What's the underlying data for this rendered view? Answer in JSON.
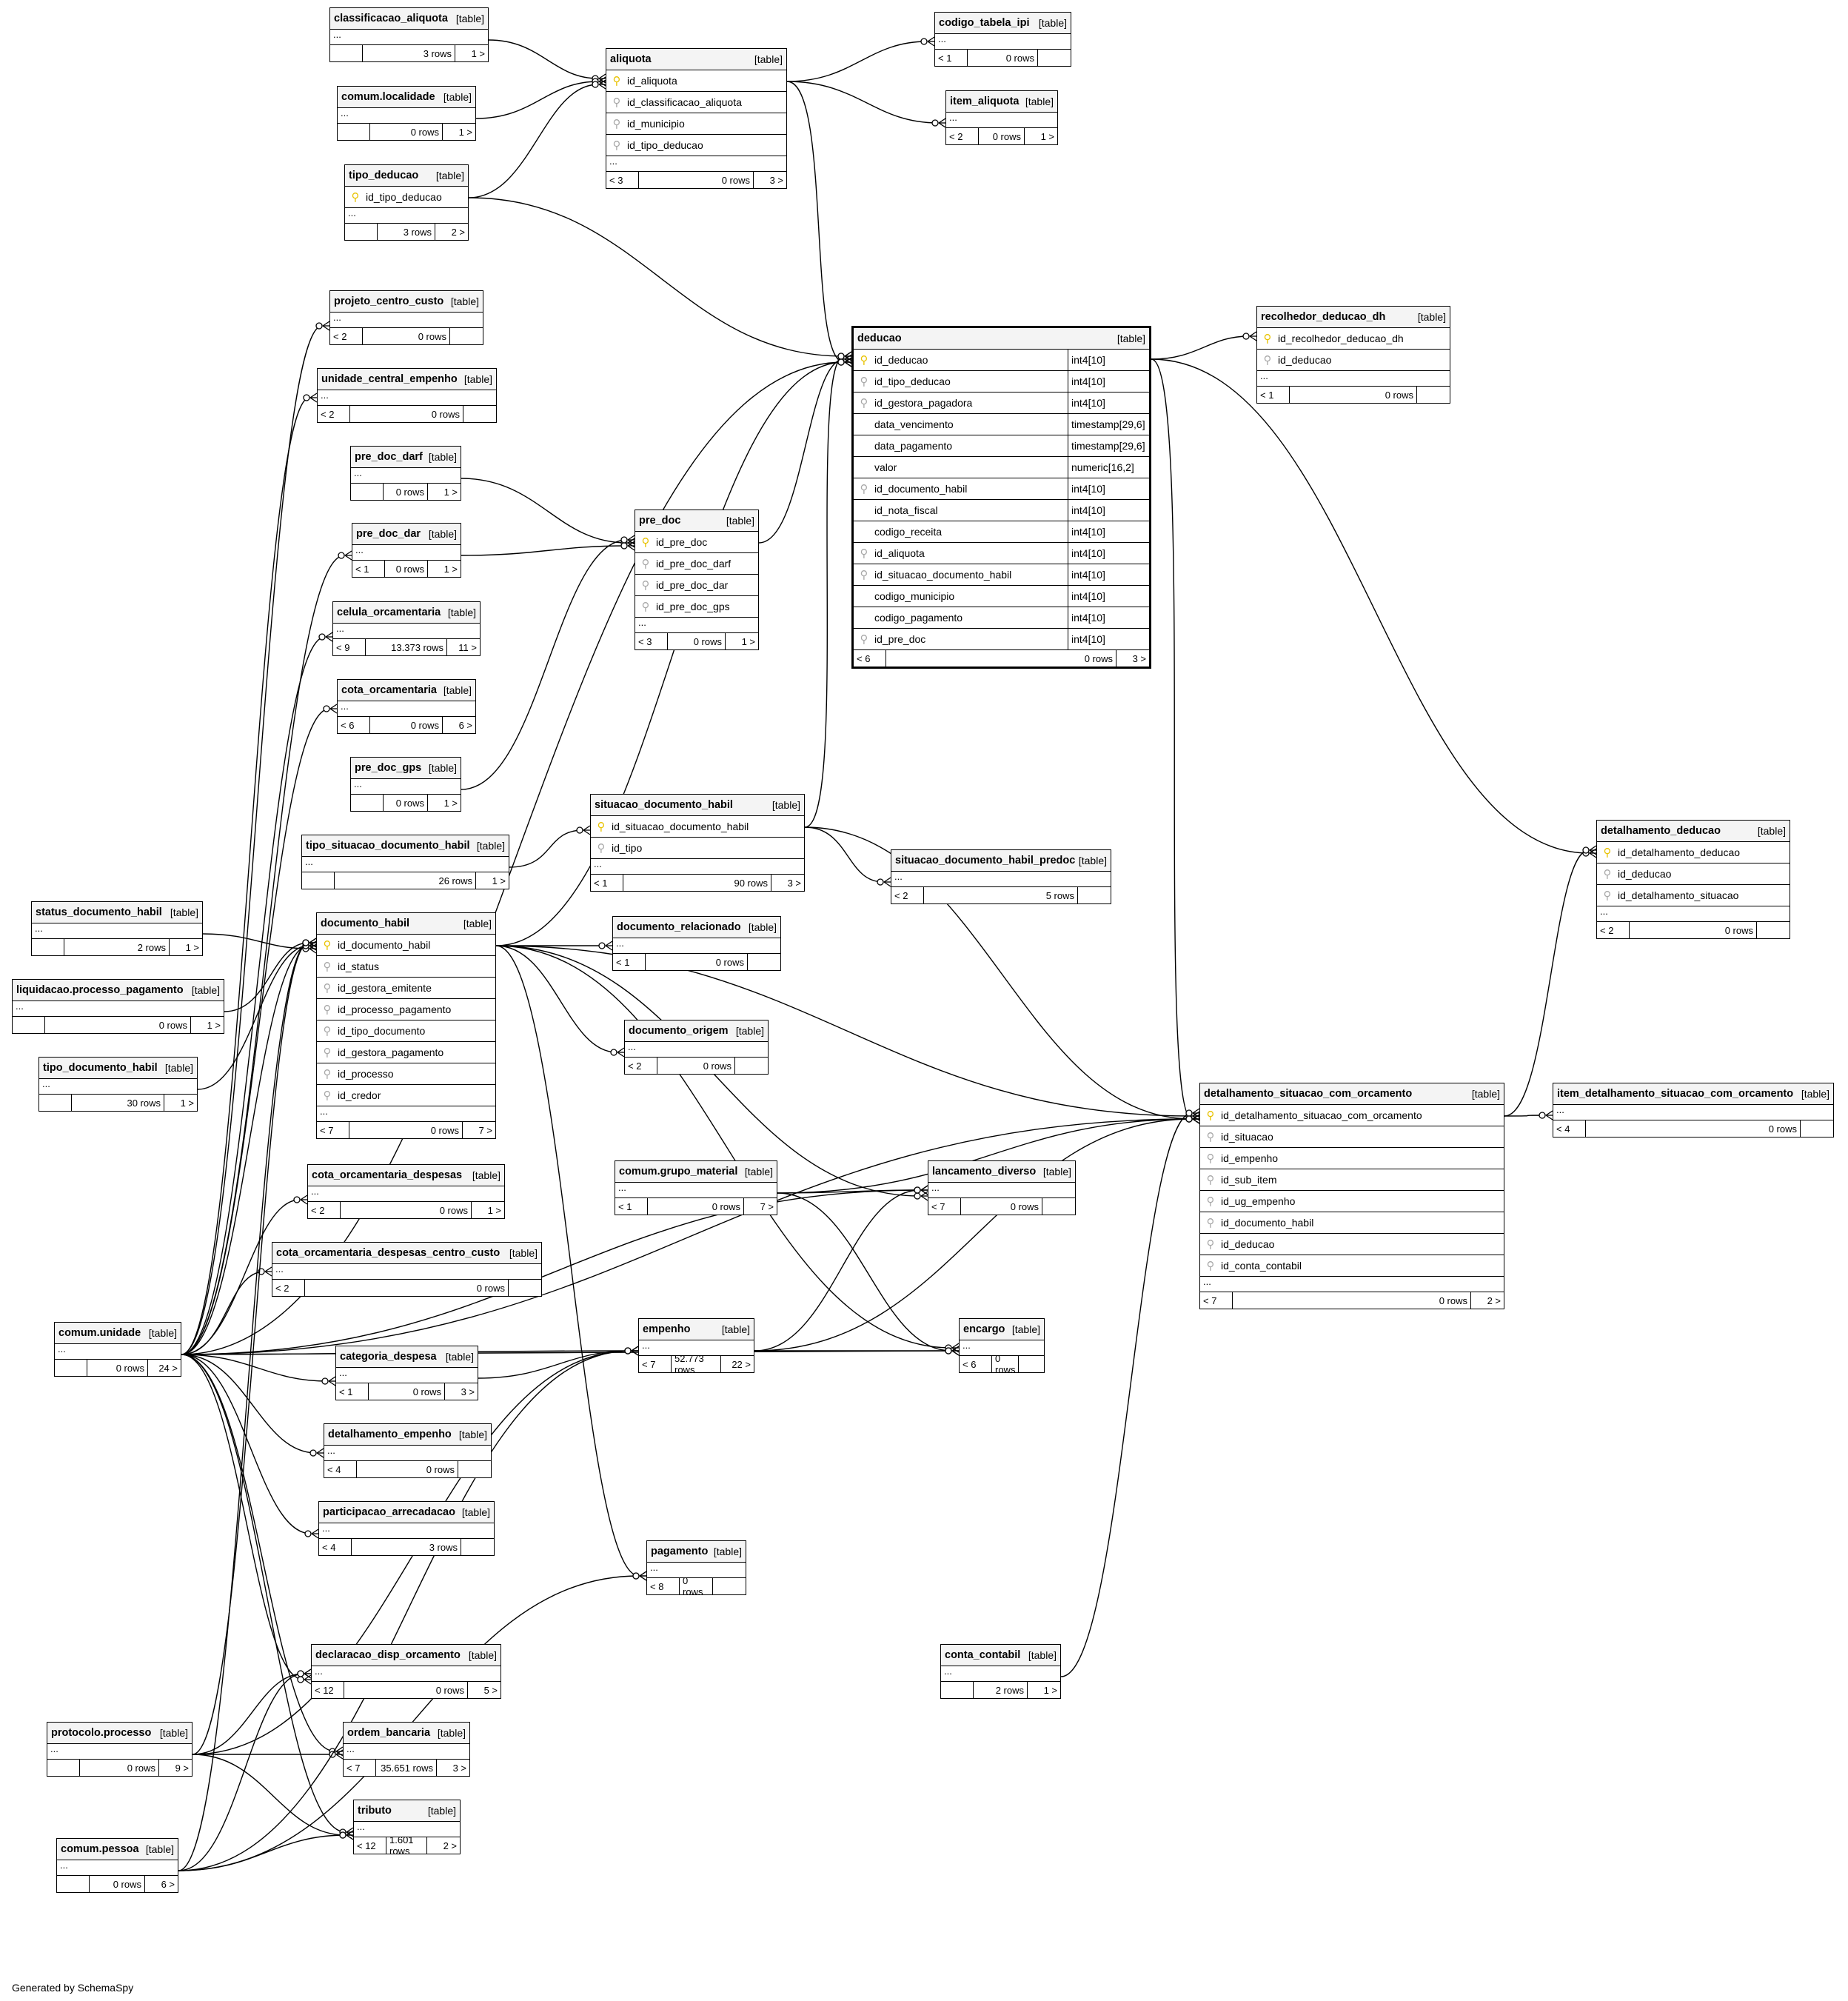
{
  "tables": {
    "classificacao_aliquota": {
      "name": "classificacao_aliquota",
      "tag": "[table]",
      "more": "...",
      "footer": [
        "",
        "3 rows",
        "1 >"
      ]
    },
    "comum_localidade": {
      "name": "comum.localidade",
      "tag": "[table]",
      "more": "...",
      "footer": [
        "",
        "0 rows",
        "1 >"
      ]
    },
    "tipo_deducao": {
      "name": "tipo_deducao",
      "tag": "[table]",
      "cols": [
        {
          "name": "id_tipo_deducao",
          "key": "pk"
        }
      ],
      "more": "...",
      "footer": [
        "",
        "3 rows",
        "2 >"
      ]
    },
    "aliquota": {
      "name": "aliquota",
      "tag": "[table]",
      "cols": [
        {
          "name": "id_aliquota",
          "key": "pk"
        },
        {
          "name": "id_classificacao_aliquota",
          "key": "fk"
        },
        {
          "name": "id_municipio",
          "key": "fk"
        },
        {
          "name": "id_tipo_deducao",
          "key": "fk"
        }
      ],
      "more": "...",
      "footer": [
        "< 3",
        "0 rows",
        "3 >"
      ]
    },
    "codigo_tabela_ipi": {
      "name": "codigo_tabela_ipi",
      "tag": "[table]",
      "more": "...",
      "footer": [
        "< 1",
        "0 rows",
        ""
      ]
    },
    "item_aliquota": {
      "name": "item_aliquota",
      "tag": "[table]",
      "more": "...",
      "footer": [
        "< 2",
        "0 rows",
        "1 >"
      ]
    },
    "projeto_centro_custo": {
      "name": "projeto_centro_custo",
      "tag": "[table]",
      "more": "...",
      "footer": [
        "< 2",
        "0 rows",
        ""
      ]
    },
    "unidade_central_empenho": {
      "name": "unidade_central_empenho",
      "tag": "[table]",
      "more": "...",
      "footer": [
        "< 2",
        "0 rows",
        ""
      ]
    },
    "pre_doc_darf": {
      "name": "pre_doc_darf",
      "tag": "[table]",
      "more": "...",
      "footer": [
        "",
        "0 rows",
        "1 >"
      ]
    },
    "pre_doc_dar": {
      "name": "pre_doc_dar",
      "tag": "[table]",
      "more": "...",
      "footer": [
        "< 1",
        "0 rows",
        "1 >"
      ]
    },
    "pre_doc": {
      "name": "pre_doc",
      "tag": "[table]",
      "cols": [
        {
          "name": "id_pre_doc",
          "key": "pk"
        },
        {
          "name": "id_pre_doc_darf",
          "key": "fk"
        },
        {
          "name": "id_pre_doc_dar",
          "key": "fk"
        },
        {
          "name": "id_pre_doc_gps",
          "key": "fk"
        }
      ],
      "more": "...",
      "footer": [
        "< 3",
        "0 rows",
        "1 >"
      ]
    },
    "celula_orcamentaria": {
      "name": "celula_orcamentaria",
      "tag": "[table]",
      "more": "...",
      "footer": [
        "< 9",
        "13.373 rows",
        "11 >"
      ]
    },
    "cota_orcamentaria": {
      "name": "cota_orcamentaria",
      "tag": "[table]",
      "more": "...",
      "footer": [
        "< 6",
        "0 rows",
        "6 >"
      ]
    },
    "pre_doc_gps": {
      "name": "pre_doc_gps",
      "tag": "[table]",
      "more": "...",
      "footer": [
        "",
        "0 rows",
        "1 >"
      ]
    },
    "tipo_situacao_documento_habil": {
      "name": "tipo_situacao_documento_habil",
      "tag": "[table]",
      "more": "...",
      "footer": [
        "",
        "26 rows",
        "1 >"
      ]
    },
    "situacao_documento_habil": {
      "name": "situacao_documento_habil",
      "tag": "[table]",
      "cols": [
        {
          "name": "id_situacao_documento_habil",
          "key": "pk"
        },
        {
          "name": "id_tipo",
          "key": "fk"
        }
      ],
      "more": "...",
      "footer": [
        "< 1",
        "90 rows",
        "3 >"
      ]
    },
    "situacao_documento_habil_predoc": {
      "name": "situacao_documento_habil_predoc",
      "tag": "[table]",
      "more": "...",
      "footer": [
        "< 2",
        "5 rows",
        ""
      ]
    },
    "deducao": {
      "name": "deducao",
      "tag": "[table]",
      "cols": [
        {
          "name": "id_deducao",
          "key": "pk",
          "type": "int4[10]"
        },
        {
          "name": "id_tipo_deducao",
          "key": "fk",
          "type": "int4[10]"
        },
        {
          "name": "id_gestora_pagadora",
          "key": "fk",
          "type": "int4[10]"
        },
        {
          "name": "data_vencimento",
          "key": "none",
          "type": "timestamp[29,6]"
        },
        {
          "name": "data_pagamento",
          "key": "none",
          "type": "timestamp[29,6]"
        },
        {
          "name": "valor",
          "key": "none",
          "type": "numeric[16,2]"
        },
        {
          "name": "id_documento_habil",
          "key": "fk",
          "type": "int4[10]"
        },
        {
          "name": "id_nota_fiscal",
          "key": "none",
          "type": "int4[10]"
        },
        {
          "name": "codigo_receita",
          "key": "none",
          "type": "int4[10]"
        },
        {
          "name": "id_aliquota",
          "key": "fk",
          "type": "int4[10]"
        },
        {
          "name": "id_situacao_documento_habil",
          "key": "fk",
          "type": "int4[10]"
        },
        {
          "name": "codigo_municipio",
          "key": "none",
          "type": "int4[10]"
        },
        {
          "name": "codigo_pagamento",
          "key": "none",
          "type": "int4[10]"
        },
        {
          "name": "id_pre_doc",
          "key": "fk",
          "type": "int4[10]"
        }
      ],
      "footer": [
        "< 6",
        "0 rows",
        "3 >"
      ]
    },
    "recolhedor_deducao_dh": {
      "name": "recolhedor_deducao_dh",
      "tag": "[table]",
      "cols": [
        {
          "name": "id_recolhedor_deducao_dh",
          "key": "pk"
        },
        {
          "name": "id_deducao",
          "key": "fk"
        }
      ],
      "more": "...",
      "footer": [
        "< 1",
        "0 rows",
        ""
      ]
    },
    "detalhamento_deducao": {
      "name": "detalhamento_deducao",
      "tag": "[table]",
      "cols": [
        {
          "name": "id_detalhamento_deducao",
          "key": "pk"
        },
        {
          "name": "id_deducao",
          "key": "fk"
        },
        {
          "name": "id_detalhamento_situacao",
          "key": "fk"
        }
      ],
      "more": "...",
      "footer": [
        "< 2",
        "0 rows",
        ""
      ]
    },
    "status_documento_habil": {
      "name": "status_documento_habil",
      "tag": "[table]",
      "more": "...",
      "footer": [
        "",
        "2 rows",
        "1 >"
      ]
    },
    "liquidacao_processo_pagamento": {
      "name": "liquidacao.processo_pagamento",
      "tag": "[table]",
      "more": "...",
      "footer": [
        "",
        "0 rows",
        "1 >"
      ]
    },
    "tipo_documento_habil": {
      "name": "tipo_documento_habil",
      "tag": "[table]",
      "more": "...",
      "footer": [
        "",
        "30 rows",
        "1 >"
      ]
    },
    "documento_habil": {
      "name": "documento_habil",
      "tag": "[table]",
      "cols": [
        {
          "name": "id_documento_habil",
          "key": "pk"
        },
        {
          "name": "id_status",
          "key": "fk"
        },
        {
          "name": "id_gestora_emitente",
          "key": "fk"
        },
        {
          "name": "id_processo_pagamento",
          "key": "fk"
        },
        {
          "name": "id_tipo_documento",
          "key": "fk"
        },
        {
          "name": "id_gestora_pagamento",
          "key": "fk"
        },
        {
          "name": "id_processo",
          "key": "fk"
        },
        {
          "name": "id_credor",
          "key": "fk"
        }
      ],
      "more": "...",
      "footer": [
        "< 7",
        "0 rows",
        "7 >"
      ]
    },
    "documento_relacionado": {
      "name": "documento_relacionado",
      "tag": "[table]",
      "more": "...",
      "footer": [
        "< 1",
        "0 rows",
        ""
      ]
    },
    "documento_origem": {
      "name": "documento_origem",
      "tag": "[table]",
      "more": "...",
      "footer": [
        "< 2",
        "0 rows",
        ""
      ]
    },
    "cota_orcamentaria_despesas": {
      "name": "cota_orcamentaria_despesas",
      "tag": "[table]",
      "more": "...",
      "footer": [
        "< 2",
        "0 rows",
        "1 >"
      ]
    },
    "cota_orcamentaria_despesas_centro_custo": {
      "name": "cota_orcamentaria_despesas_centro_custo",
      "tag": "[table]",
      "more": "...",
      "footer": [
        "< 2",
        "0 rows",
        ""
      ]
    },
    "comum_grupo_material": {
      "name": "comum.grupo_material",
      "tag": "[table]",
      "more": "...",
      "footer": [
        "< 1",
        "0 rows",
        "7 >"
      ]
    },
    "lancamento_diverso": {
      "name": "lancamento_diverso",
      "tag": "[table]",
      "more": "...",
      "footer": [
        "< 7",
        "0 rows",
        ""
      ]
    },
    "detalhamento_situacao_com_orcamento": {
      "name": "detalhamento_situacao_com_orcamento",
      "tag": "[table]",
      "cols": [
        {
          "name": "id_detalhamento_situacao_com_orcamento",
          "key": "pk"
        },
        {
          "name": "id_situacao",
          "key": "fk"
        },
        {
          "name": "id_empenho",
          "key": "fk"
        },
        {
          "name": "id_sub_item",
          "key": "fk"
        },
        {
          "name": "id_ug_empenho",
          "key": "fk"
        },
        {
          "name": "id_documento_habil",
          "key": "fk"
        },
        {
          "name": "id_deducao",
          "key": "fk"
        },
        {
          "name": "id_conta_contabil",
          "key": "fk"
        }
      ],
      "more": "...",
      "footer": [
        "< 7",
        "0 rows",
        "2 >"
      ]
    },
    "item_detalhamento_situacao_com_orcamento": {
      "name": "item_detalhamento_situacao_com_orcamento",
      "tag": "[table]",
      "more": "...",
      "footer": [
        "< 4",
        "0 rows",
        ""
      ]
    },
    "comum_unidade": {
      "name": "comum.unidade",
      "tag": "[table]",
      "more": "...",
      "footer": [
        "",
        "0 rows",
        "24 >"
      ]
    },
    "categoria_despesa": {
      "name": "categoria_despesa",
      "tag": "[table]",
      "more": "...",
      "footer": [
        "< 1",
        "0 rows",
        "3 >"
      ]
    },
    "empenho": {
      "name": "empenho",
      "tag": "[table]",
      "more": "...",
      "footer": [
        "< 7",
        "52.773 rows",
        "22 >"
      ]
    },
    "encargo": {
      "name": "encargo",
      "tag": "[table]",
      "more": "...",
      "footer": [
        "< 6",
        "0 rows",
        ""
      ]
    },
    "detalhamento_empenho": {
      "name": "detalhamento_empenho",
      "tag": "[table]",
      "more": "...",
      "footer": [
        "< 4",
        "0 rows",
        ""
      ]
    },
    "participacao_arrecadacao": {
      "name": "participacao_arrecadacao",
      "tag": "[table]",
      "more": "...",
      "footer": [
        "< 4",
        "3 rows",
        ""
      ]
    },
    "pagamento": {
      "name": "pagamento",
      "tag": "[table]",
      "more": "...",
      "footer": [
        "< 8",
        "0 rows",
        ""
      ]
    },
    "conta_contabil": {
      "name": "conta_contabil",
      "tag": "[table]",
      "more": "...",
      "footer": [
        "",
        "2 rows",
        "1 >"
      ]
    },
    "declaracao_disp_orcamento": {
      "name": "declaracao_disp_orcamento",
      "tag": "[table]",
      "more": "...",
      "footer": [
        "< 12",
        "0 rows",
        "5 >"
      ]
    },
    "protocolo_processo": {
      "name": "protocolo.processo",
      "tag": "[table]",
      "more": "...",
      "footer": [
        "",
        "0 rows",
        "9 >"
      ]
    },
    "ordem_bancaria": {
      "name": "ordem_bancaria",
      "tag": "[table]",
      "more": "...",
      "footer": [
        "< 7",
        "35.651 rows",
        "3 >"
      ]
    },
    "tributo": {
      "name": "tributo",
      "tag": "[table]",
      "more": "...",
      "footer": [
        "< 12",
        "1.601 rows",
        "2 >"
      ]
    },
    "comum_pessoa": {
      "name": "comum.pessoa",
      "tag": "[table]",
      "more": "...",
      "footer": [
        "",
        "0 rows",
        "6 >"
      ]
    }
  },
  "relationships": [
    [
      "classificacao_aliquota",
      "aliquota"
    ],
    [
      "comum_localidade",
      "aliquota"
    ],
    [
      "tipo_deducao",
      "aliquota"
    ],
    [
      "aliquota",
      "codigo_tabela_ipi"
    ],
    [
      "aliquota",
      "item_aliquota"
    ],
    [
      "aliquota",
      "deducao"
    ],
    [
      "tipo_deducao",
      "deducao"
    ],
    [
      "pre_doc_darf",
      "pre_doc"
    ],
    [
      "pre_doc_dar",
      "pre_doc"
    ],
    [
      "pre_doc_gps",
      "pre_doc"
    ],
    [
      "pre_doc",
      "deducao"
    ],
    [
      "tipo_situacao_documento_habil",
      "situacao_documento_habil"
    ],
    [
      "situacao_documento_habil",
      "deducao"
    ],
    [
      "situacao_documento_habil",
      "situacao_documento_habil_predoc"
    ],
    [
      "situacao_documento_habil",
      "detalhamento_situacao_com_orcamento"
    ],
    [
      "deducao",
      "recolhedor_deducao_dh"
    ],
    [
      "deducao",
      "detalhamento_deducao"
    ],
    [
      "deducao",
      "detalhamento_situacao_com_orcamento"
    ],
    [
      "detalhamento_situacao_com_orcamento",
      "detalhamento_deducao"
    ],
    [
      "detalhamento_situacao_com_orcamento",
      "item_detalhamento_situacao_com_orcamento"
    ],
    [
      "status_documento_habil",
      "documento_habil"
    ],
    [
      "liquidacao_processo_pagamento",
      "documento_habil"
    ],
    [
      "tipo_documento_habil",
      "documento_habil"
    ],
    [
      "documento_habil",
      "deducao"
    ],
    [
      "documento_habil",
      "documento_relacionado"
    ],
    [
      "documento_habil",
      "documento_origem"
    ],
    [
      "documento_habil",
      "lancamento_diverso"
    ],
    [
      "documento_habil",
      "encargo"
    ],
    [
      "documento_habil",
      "detalhamento_situacao_com_orcamento"
    ],
    [
      "documento_habil",
      "pagamento"
    ],
    [
      "comum_grupo_material",
      "lancamento_diverso"
    ],
    [
      "comum_grupo_material",
      "encargo"
    ],
    [
      "comum_grupo_material",
      "detalhamento_situacao_com_orcamento"
    ],
    [
      "empenho",
      "lancamento_diverso"
    ],
    [
      "empenho",
      "encargo"
    ],
    [
      "empenho",
      "detalhamento_situacao_com_orcamento"
    ],
    [
      "conta_contabil",
      "detalhamento_situacao_com_orcamento"
    ],
    [
      "categoria_despesa",
      "empenho"
    ],
    [
      "comum_unidade",
      "projeto_centro_custo"
    ],
    [
      "comum_unidade",
      "unidade_central_empenho"
    ],
    [
      "comum_unidade",
      "pre_doc_dar"
    ],
    [
      "comum_unidade",
      "celula_orcamentaria"
    ],
    [
      "comum_unidade",
      "cota_orcamentaria"
    ],
    [
      "comum_unidade",
      "documento_habil"
    ],
    [
      "comum_unidade",
      "cota_orcamentaria_despesas"
    ],
    [
      "comum_unidade",
      "cota_orcamentaria_despesas_centro_custo"
    ],
    [
      "comum_unidade",
      "empenho"
    ],
    [
      "comum_unidade",
      "categoria_despesa"
    ],
    [
      "comum_unidade",
      "detalhamento_empenho"
    ],
    [
      "comum_unidade",
      "participacao_arrecadacao"
    ],
    [
      "comum_unidade",
      "declaracao_disp_orcamento"
    ],
    [
      "comum_unidade",
      "ordem_bancaria"
    ],
    [
      "comum_unidade",
      "tributo"
    ],
    [
      "comum_unidade",
      "deducao"
    ],
    [
      "comum_unidade",
      "lancamento_diverso"
    ],
    [
      "comum_unidade",
      "encargo"
    ],
    [
      "comum_unidade",
      "detalhamento_situacao_com_orcamento"
    ],
    [
      "protocolo_processo",
      "declaracao_disp_orcamento"
    ],
    [
      "protocolo_processo",
      "ordem_bancaria"
    ],
    [
      "protocolo_processo",
      "tributo"
    ],
    [
      "protocolo_processo",
      "documento_habil"
    ],
    [
      "protocolo_processo",
      "empenho"
    ],
    [
      "comum_pessoa",
      "tributo"
    ],
    [
      "comum_pessoa",
      "declaracao_disp_orcamento"
    ],
    [
      "comum_pessoa",
      "empenho"
    ],
    [
      "comum_pessoa",
      "pagamento"
    ],
    [
      "comum_pessoa",
      "documento_habil"
    ]
  ],
  "credit": "Generated by SchemaSpy"
}
